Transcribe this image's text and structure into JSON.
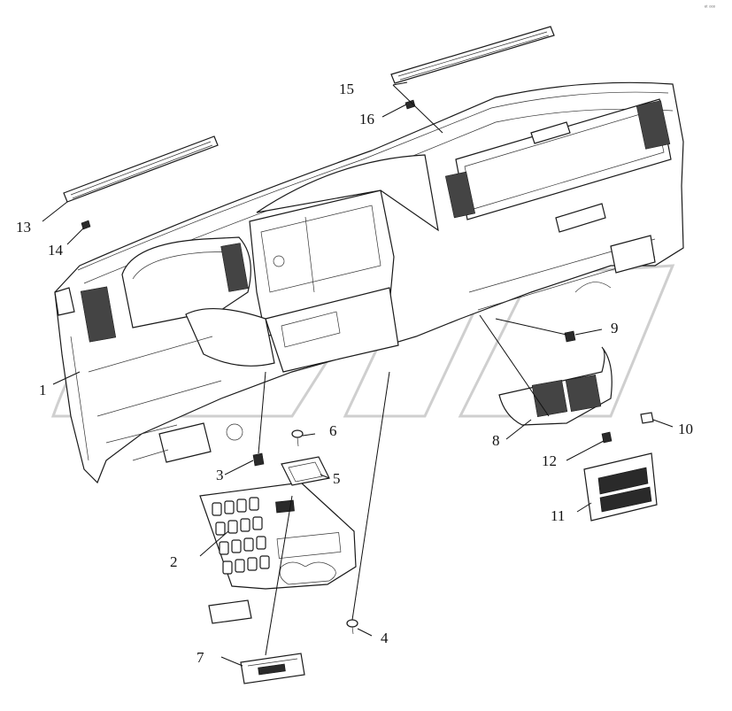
{
  "diagram": {
    "corner_mark": "ᵉᵗ ᵒᵒᵒ",
    "callouts": [
      {
        "id": "c1",
        "label": "1"
      },
      {
        "id": "c2",
        "label": "2"
      },
      {
        "id": "c3",
        "label": "3"
      },
      {
        "id": "c4",
        "label": "4"
      },
      {
        "id": "c5",
        "label": "5"
      },
      {
        "id": "c6",
        "label": "6"
      },
      {
        "id": "c7",
        "label": "7"
      },
      {
        "id": "c8",
        "label": "8"
      },
      {
        "id": "c9",
        "label": "9"
      },
      {
        "id": "c10",
        "label": "10"
      },
      {
        "id": "c11",
        "label": "11"
      },
      {
        "id": "c12",
        "label": "12"
      },
      {
        "id": "c13",
        "label": "13"
      },
      {
        "id": "c14",
        "label": "14"
      },
      {
        "id": "c15",
        "label": "15"
      },
      {
        "id": "c16",
        "label": "16"
      }
    ]
  }
}
